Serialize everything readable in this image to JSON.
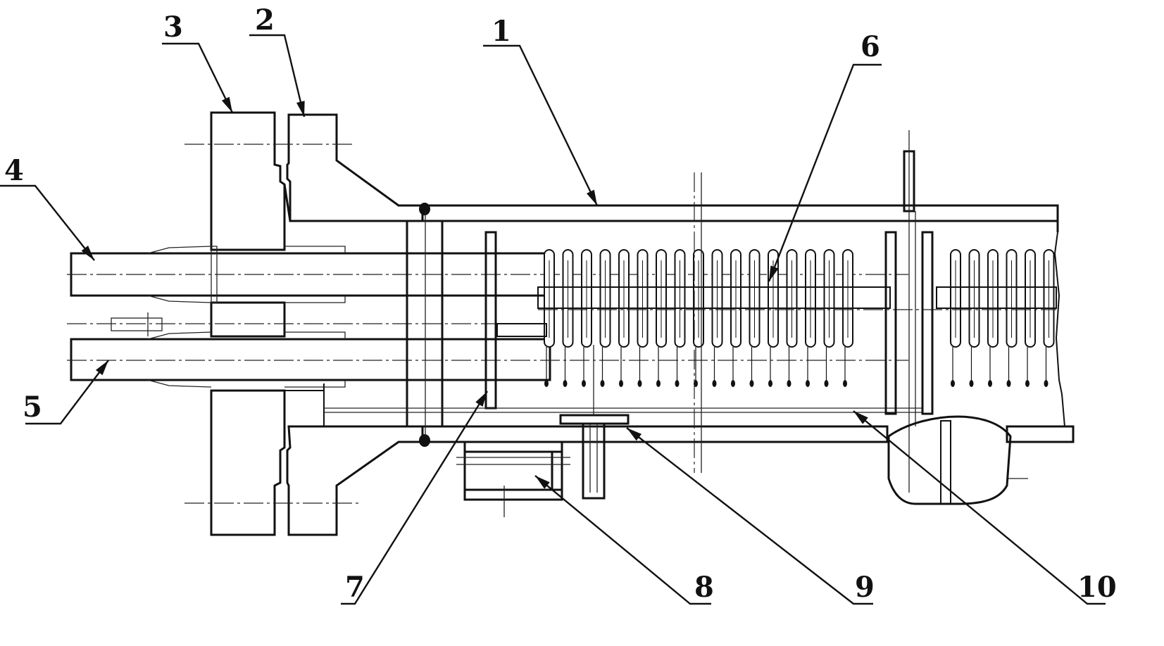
{
  "figure": {
    "callouts": [
      {
        "id": "1",
        "text": "1"
      },
      {
        "id": "2",
        "text": "2"
      },
      {
        "id": "3",
        "text": "3"
      },
      {
        "id": "4",
        "text": "4"
      },
      {
        "id": "5",
        "text": "5"
      },
      {
        "id": "6",
        "text": "6"
      },
      {
        "id": "7",
        "text": "7"
      },
      {
        "id": "8",
        "text": "8"
      },
      {
        "id": "9",
        "text": "9"
      },
      {
        "id": "10",
        "text": "10"
      }
    ]
  },
  "colors": {
    "ink": "#111111",
    "paper": "#ffffff"
  }
}
